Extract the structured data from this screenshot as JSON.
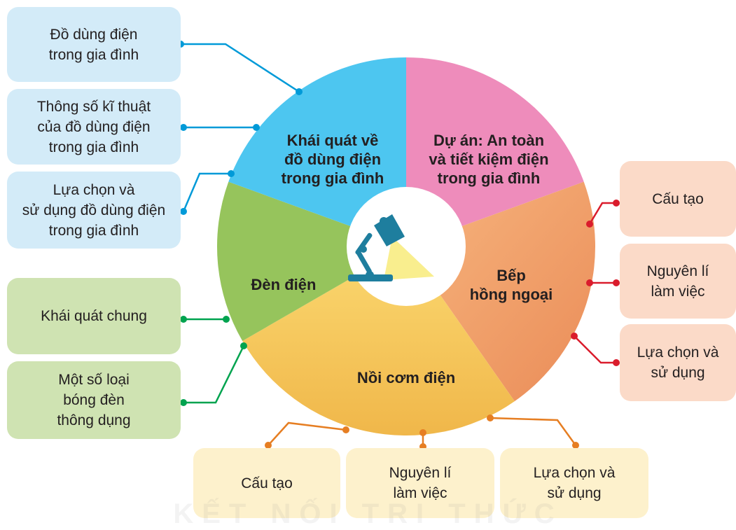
{
  "center_icon": "desk-lamp-icon",
  "colors": {
    "blue": "#4dc6f0",
    "pink": "#ee8cbb",
    "orange_light": "#f7b57e",
    "orange_dark": "#ea8c58",
    "yellow_light": "#fbd870",
    "yellow_dark": "#f0b74a",
    "green": "#96c45c",
    "lamp": "#1e7e9e",
    "lamp_light": "#f9ee8e",
    "connector_blue": "#009ad8",
    "connector_green": "#00a34f",
    "connector_red": "#da1c2c",
    "connector_orange": "#e67e22"
  },
  "segments": [
    {
      "id": "khai-quat",
      "label": "Khái quát về\nđồ dùng điện\ntrong gia đình"
    },
    {
      "id": "du-an",
      "label": "Dự án: An toàn\nvà tiết kiệm điện\ntrong gia đình"
    },
    {
      "id": "bep",
      "label": "Bếp\nhồng ngoại"
    },
    {
      "id": "noi-com",
      "label": "Nồi cơm điện"
    },
    {
      "id": "den",
      "label": "Đèn điện"
    }
  ],
  "branches": {
    "blue": [
      "Đồ dùng điện\ntrong gia đình",
      "Thông số kĩ thuật\ncủa đồ dùng điện\ntrong gia đình",
      "Lựa chọn và\nsử dụng đồ dùng điện\ntrong gia đình"
    ],
    "green": [
      "Khái quát chung",
      "Một số loại\nbóng đèn\nthông dụng"
    ],
    "orange": [
      "Cấu tạo",
      "Nguyên lí\nlàm việc",
      "Lựa chọn và\nsử dụng"
    ],
    "yellow": [
      "Cấu tạo",
      "Nguyên lí\nlàm việc",
      "Lựa chọn và\nsử dụng"
    ]
  },
  "watermark": "KẾT NỐI TRI THỨC"
}
